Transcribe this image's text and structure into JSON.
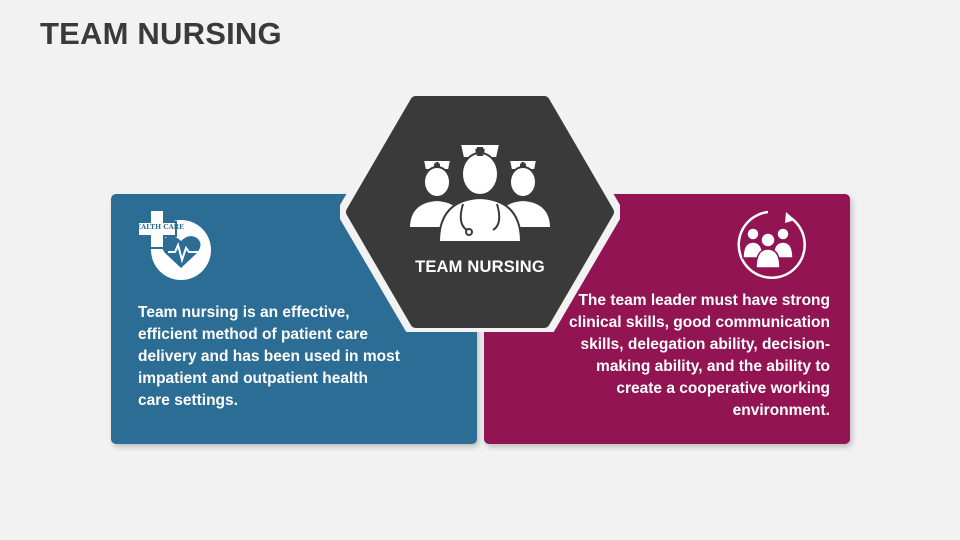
{
  "title": "TEAM NURSING",
  "center": {
    "label": "TEAM NURSING",
    "icon": "nurses-team-icon"
  },
  "left_card": {
    "icon": "health-care-icon",
    "icon_text": "HEALTH CARE",
    "text": "Team nursing is an effective, efficient method of patient care delivery and has been used in most impatient and outpatient health care settings.",
    "color": "#2c6d95"
  },
  "right_card": {
    "icon": "team-cycle-icon",
    "text": "The team leader must have strong clinical skills, good communication skills, delegation ability, decision-making ability, and the ability to create a cooperative working environment.",
    "color": "#921452"
  },
  "hex_color": "#3a3a3a"
}
